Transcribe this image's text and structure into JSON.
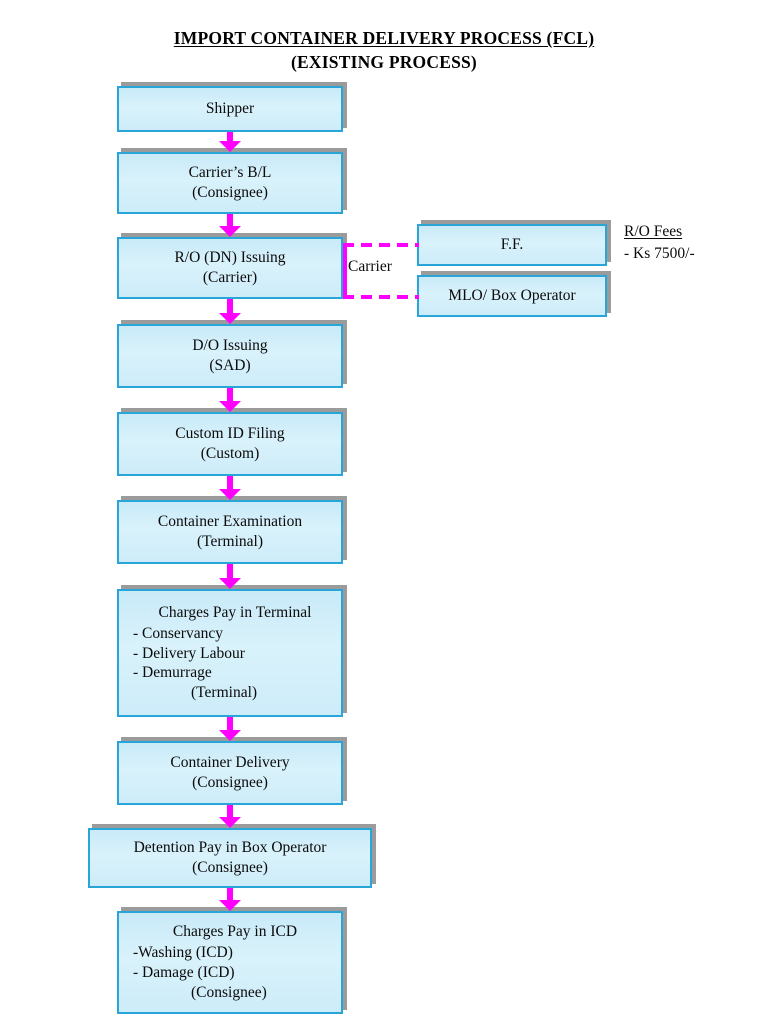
{
  "title": {
    "line1": "IMPORT CONTAINER DELIVERY PROCESS (FCL)",
    "line2": "(EXISTING PROCESS)"
  },
  "colors": {
    "box_border": "#2aa5d8",
    "box_fill": "#cdecf9",
    "box_shadow": "#9b9b9b",
    "arrow": "#ff00ff",
    "text": "#000000"
  },
  "chart_data": {
    "type": "flowchart",
    "title": "IMPORT CONTAINER DELIVERY PROCESS (FCL) (EXISTING PROCESS)",
    "orientation": "top-to-bottom",
    "nodes": [
      {
        "id": "shipper",
        "lines": [
          "Shipper"
        ]
      },
      {
        "id": "bl",
        "lines": [
          "Carrier’s B/L",
          "(Consignee)"
        ]
      },
      {
        "id": "ro",
        "lines": [
          "R/O  (DN) Issuing",
          "(Carrier)"
        ]
      },
      {
        "id": "do",
        "lines": [
          "D/O Issuing",
          "(SAD)"
        ]
      },
      {
        "id": "customid",
        "lines": [
          "Custom ID Filing",
          "(Custom)"
        ]
      },
      {
        "id": "exam",
        "lines": [
          "Container Examination",
          "(Terminal)"
        ]
      },
      {
        "id": "terminalpay",
        "heading": "Charges Pay in Terminal",
        "items": [
          "- Conservancy",
          "- Delivery Labour",
          "- Demurrage"
        ],
        "footer": "(Terminal)"
      },
      {
        "id": "delivery",
        "lines": [
          "Container Delivery",
          "(Consignee)"
        ]
      },
      {
        "id": "detention",
        "lines": [
          "Detention Pay in Box Operator",
          "(Consignee)"
        ]
      },
      {
        "id": "icdpay",
        "heading": "Charges Pay in ICD",
        "items": [
          "-Washing (ICD)",
          "- Damage (ICD)"
        ],
        "footer": "(Consignee)"
      },
      {
        "id": "ff",
        "lines": [
          "F.F."
        ]
      },
      {
        "id": "mlo",
        "lines": [
          "MLO/ Box Operator"
        ]
      }
    ],
    "edges": [
      {
        "from": "shipper",
        "to": "bl",
        "style": "solid-arrow"
      },
      {
        "from": "bl",
        "to": "ro",
        "style": "solid-arrow"
      },
      {
        "from": "ro",
        "to": "do",
        "style": "solid-arrow"
      },
      {
        "from": "do",
        "to": "customid",
        "style": "solid-arrow"
      },
      {
        "from": "customid",
        "to": "exam",
        "style": "solid-arrow"
      },
      {
        "from": "exam",
        "to": "terminalpay",
        "style": "solid-arrow"
      },
      {
        "from": "terminalpay",
        "to": "delivery",
        "style": "solid-arrow"
      },
      {
        "from": "delivery",
        "to": "detention",
        "style": "solid-arrow"
      },
      {
        "from": "detention",
        "to": "icdpay",
        "style": "solid-arrow"
      },
      {
        "from": "ro",
        "to": "ff",
        "style": "dashed",
        "label": "Carrier"
      },
      {
        "from": "ro",
        "to": "mlo",
        "style": "dashed",
        "label": "Carrier"
      }
    ],
    "annotations": [
      {
        "id": "carrier-label",
        "text": "Carrier"
      },
      {
        "id": "ro-fees-title",
        "text": "R/O Fees",
        "underline": true
      },
      {
        "id": "ro-fees-value",
        "text": "- Ks 7500/-"
      }
    ]
  },
  "nodes": {
    "shipper": {
      "l1": "Shipper"
    },
    "bl": {
      "l1": "Carrier’s B/L",
      "l2": "(Consignee)"
    },
    "ro": {
      "l1": "R/O  (DN) Issuing",
      "l2": "(Carrier)"
    },
    "do": {
      "l1": "D/O Issuing",
      "l2": "(SAD)"
    },
    "customid": {
      "l1": "Custom ID Filing",
      "l2": "(Custom)"
    },
    "exam": {
      "l1": "Container Examination",
      "l2": "(Terminal)"
    },
    "terminalpay": {
      "heading": "Charges Pay in Terminal",
      "i1": "- Conservancy",
      "i2": "- Delivery Labour",
      "i3": "- Demurrage",
      "footer": "(Terminal)"
    },
    "delivery": {
      "l1": "Container Delivery",
      "l2": "(Consignee)"
    },
    "detention": {
      "l1": "Detention Pay in Box Operator",
      "l2": "(Consignee)"
    },
    "icdpay": {
      "heading": "Charges Pay in ICD",
      "i1": "-Washing (ICD)",
      "i2": "- Damage (ICD)",
      "footer": "(Consignee)"
    },
    "ff": {
      "l1": "F.F."
    },
    "mlo": {
      "l1": "MLO/ Box Operator"
    }
  },
  "annotations": {
    "carrier": "Carrier",
    "fees_title": "R/O Fees",
    "fees_value": "- Ks 7500/-"
  }
}
